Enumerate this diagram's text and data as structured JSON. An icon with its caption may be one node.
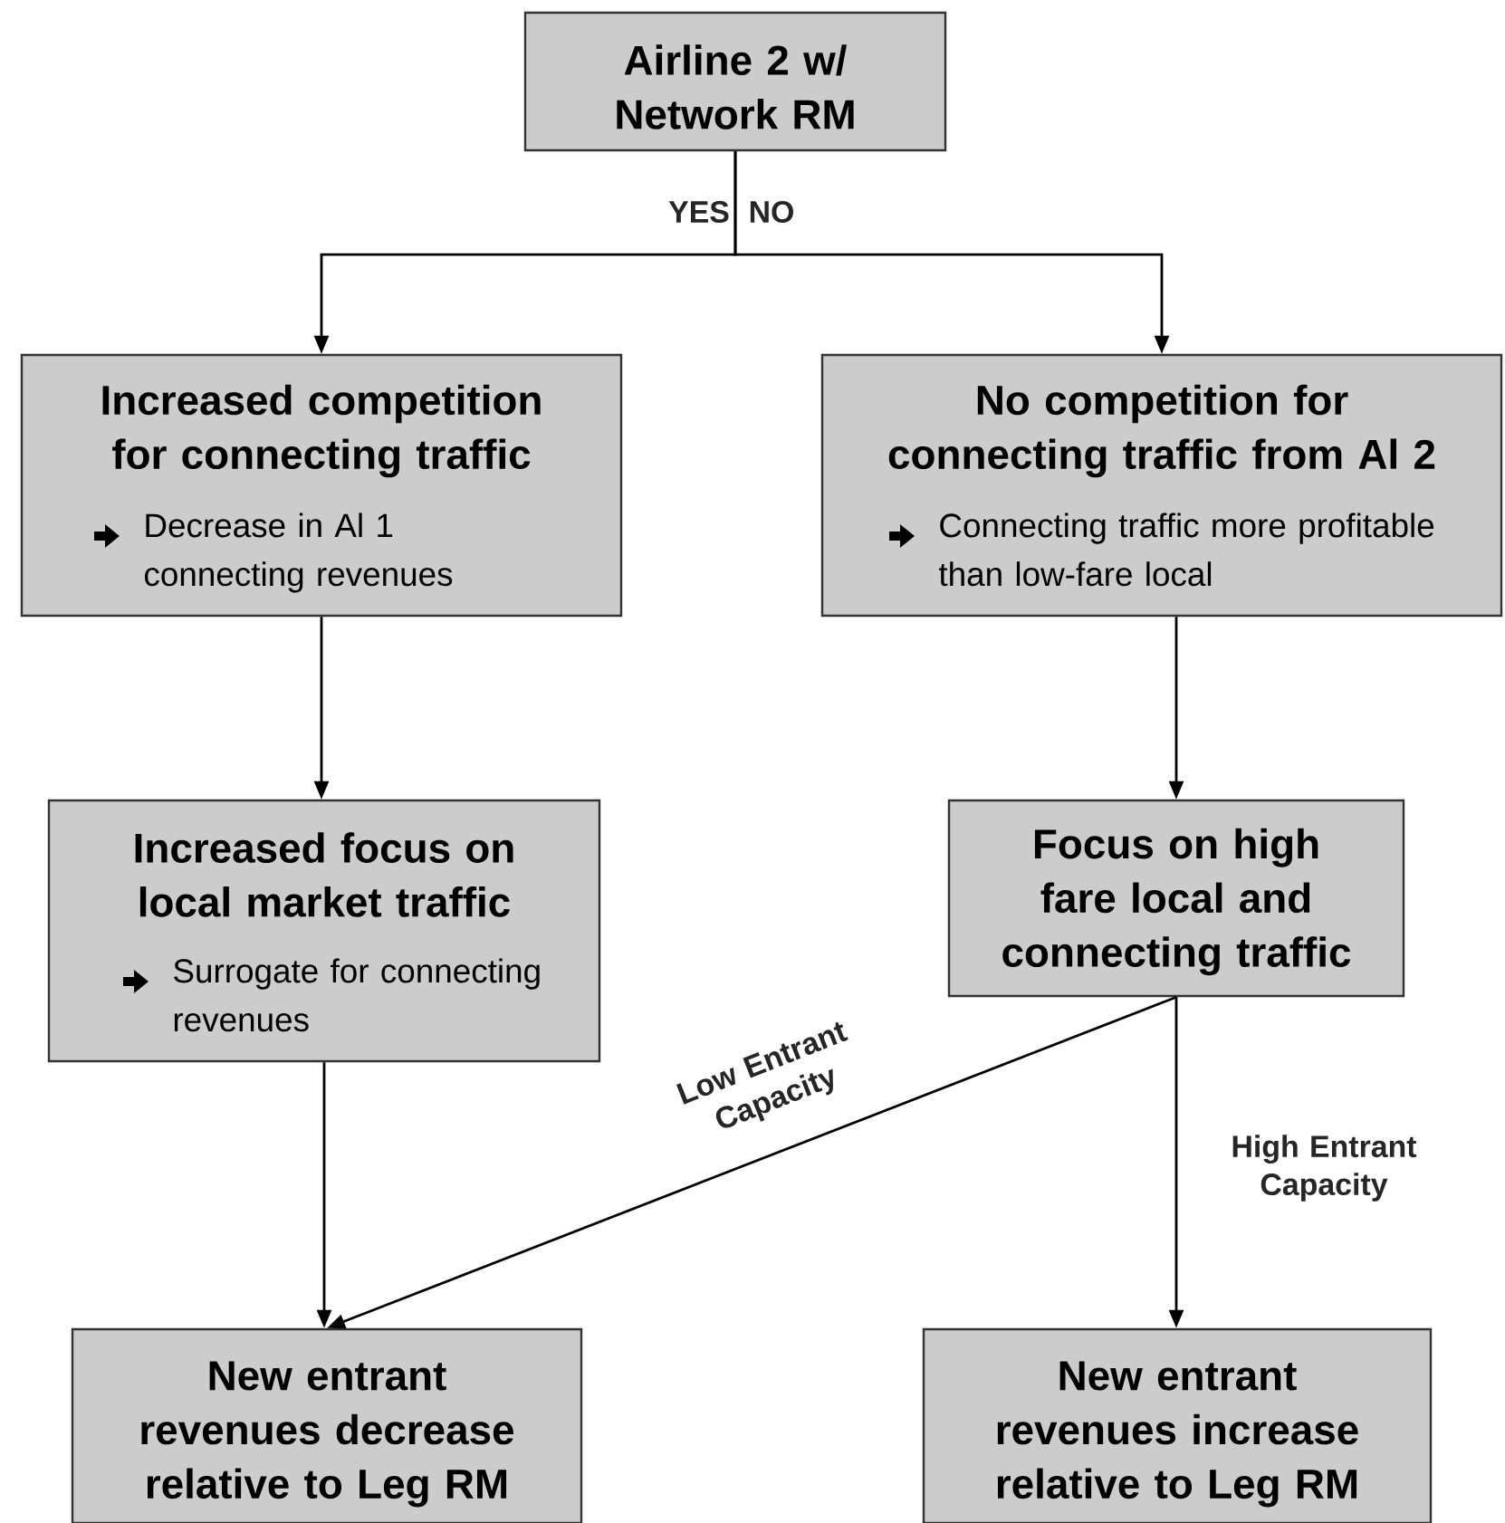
{
  "diagram": {
    "nodes": [
      {
        "text": [
          "Airline 2 w/ Network RM"
        ]
      },
      {
        "text": [
          "Increased competition for connecting traffic",
          "Decrease in Al 1 connecting revenues"
        ]
      },
      {
        "text": [
          "No competition for connecting traffic from Al 2",
          "Connecting traffic more profitable than low-fare local"
        ]
      },
      {
        "text": [
          "Increased focus on local market traffic",
          "Surrogate for connecting revenues"
        ]
      },
      {
        "text": [
          "Focus on high fare local and connecting traffic"
        ]
      },
      {
        "text": [
          "New entrant revenues decrease relative to Leg RM"
        ]
      },
      {
        "text": [
          "New entrant revenues increase relative to Leg RM"
        ]
      }
    ],
    "edges": [
      {
        "from": 0,
        "to": 1,
        "arrow": "to",
        "label": "YES"
      },
      {
        "from": 0,
        "to": 2,
        "arrow": "to",
        "label": "NO"
      },
      {
        "from": 1,
        "to": 3,
        "arrow": "to"
      },
      {
        "from": 2,
        "to": 4,
        "arrow": "to"
      },
      {
        "from": 3,
        "to": 5,
        "arrow": "to"
      },
      {
        "from": 4,
        "to": 5,
        "arrow": "to",
        "label": "Low Entrant Capacity"
      },
      {
        "from": 4,
        "to": 6,
        "arrow": "to",
        "label": "High Entrant Capacity"
      }
    ]
  }
}
